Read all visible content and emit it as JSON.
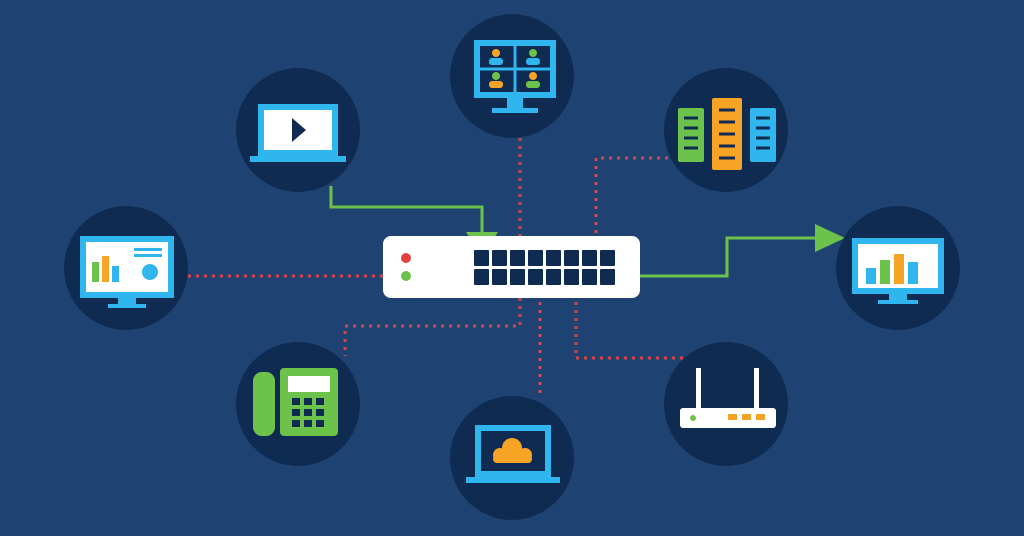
{
  "colors": {
    "background": "#1e4372",
    "node_circle": "#0f2b52",
    "link_dotted": "#d64545",
    "link_active": "#6cc24a",
    "switch_body": "#ffffff",
    "port": "#0f2b52",
    "screen_blue": "#2fb6ee",
    "green": "#6cc24a",
    "orange": "#f7a325",
    "white": "#ffffff"
  },
  "diagram": {
    "hub": {
      "icon": "network-switch-icon",
      "port_count": 16,
      "status_leds": [
        "red",
        "green"
      ]
    },
    "nodes": [
      {
        "id": "video-conference",
        "icon": "video-conference-monitor-icon",
        "link": "dotted"
      },
      {
        "id": "laptop-video",
        "icon": "laptop-play-icon",
        "link": "active-inbound"
      },
      {
        "id": "servers",
        "icon": "server-rack-icon",
        "link": "dotted"
      },
      {
        "id": "dashboard-monitor",
        "icon": "dashboard-monitor-icon",
        "link": "dotted"
      },
      {
        "id": "analytics-monitor",
        "icon": "bar-chart-monitor-icon",
        "link": "active-outbound"
      },
      {
        "id": "ip-phone",
        "icon": "desk-phone-icon",
        "link": "dotted"
      },
      {
        "id": "cloud-laptop",
        "icon": "cloud-laptop-icon",
        "link": "dotted"
      },
      {
        "id": "wireless-router",
        "icon": "router-icon",
        "link": "dotted"
      }
    ]
  }
}
